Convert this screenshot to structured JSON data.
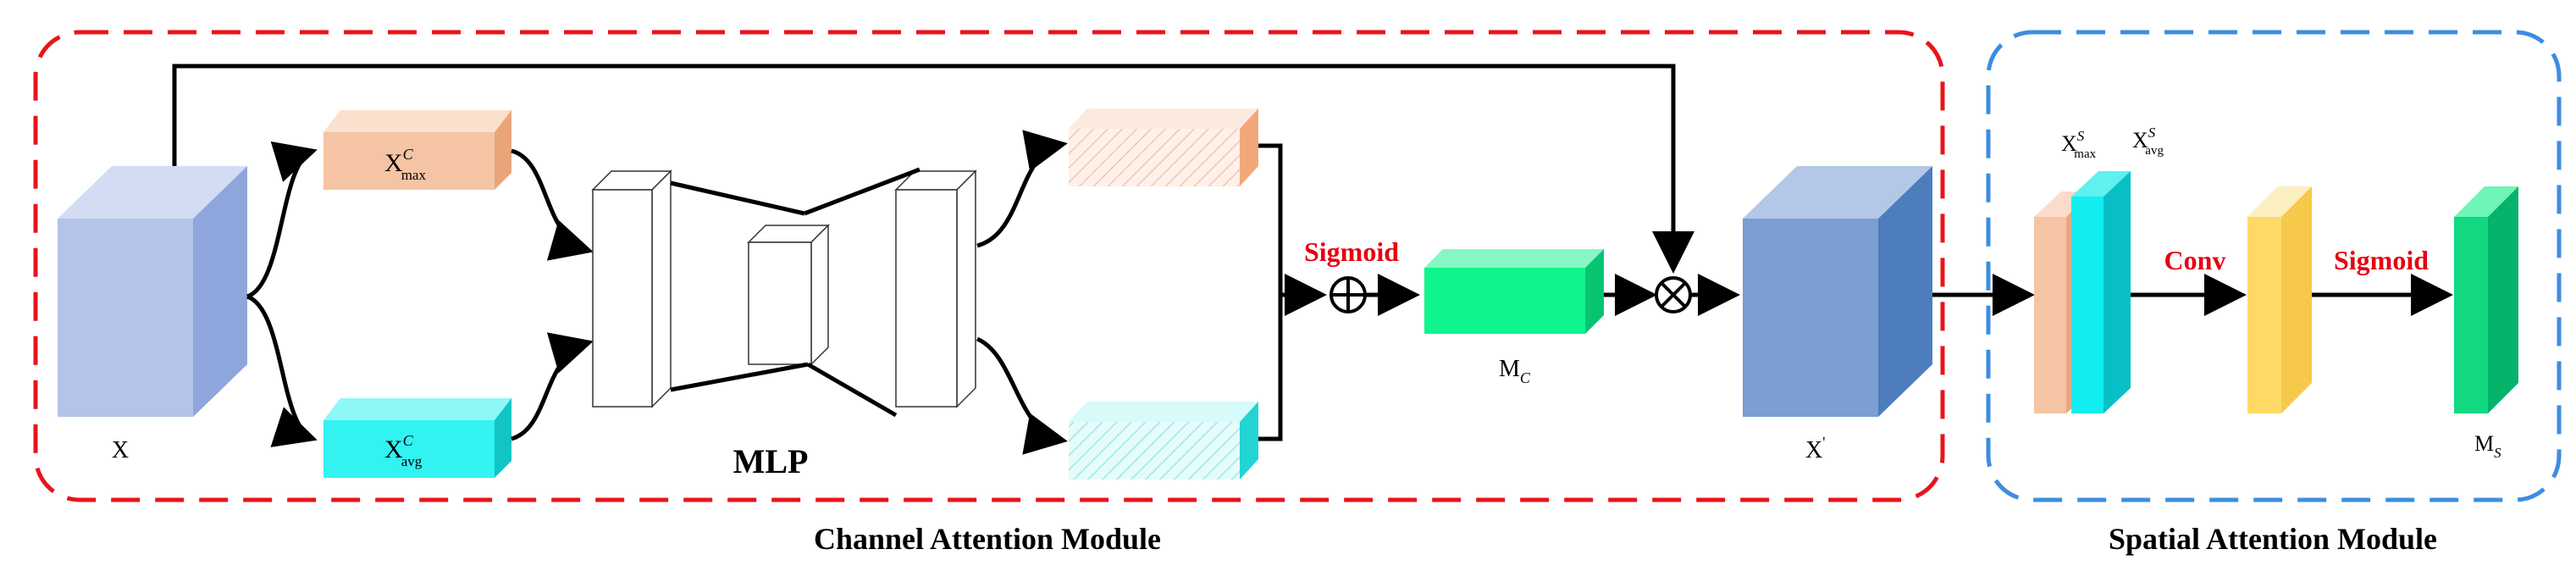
{
  "modules": {
    "channel": {
      "title": "Channel Attention Module",
      "border_color": "#e8141b"
    },
    "spatial": {
      "title": "Spatial Attention Module",
      "border_color": "#3d8de0"
    }
  },
  "labels": {
    "input": "X",
    "x_max": {
      "base": "X",
      "sup": "C",
      "sub": "max"
    },
    "x_avg": {
      "base": "X",
      "sup": "C",
      "sub": "avg"
    },
    "mlp": "MLP",
    "sigmoid_channel": "Sigmoid",
    "mc": {
      "base": "M",
      "sub": "C"
    },
    "x_prime": {
      "base": "X",
      "sup": "'"
    },
    "xs_max": {
      "base": "X",
      "sup": "S",
      "sub": "max"
    },
    "xs_avg": {
      "base": "X",
      "sup": "S",
      "sub": "avg"
    },
    "conv": "Conv",
    "sigmoid_spatial": "Sigmoid",
    "ms": {
      "base": "M",
      "sub": "S"
    }
  },
  "operators": {
    "add": "⊕",
    "multiply": "⊗"
  },
  "colors": {
    "input_block": "#b4c3e8",
    "max_block": "#f5c4a4",
    "avg_block": "#33f2f2",
    "mc_block": "#0ff58e",
    "xprime_block": "#7a9fd0",
    "conv_block": "#ffd966",
    "ms_block": "#12d882",
    "label_red": "#e60012"
  }
}
